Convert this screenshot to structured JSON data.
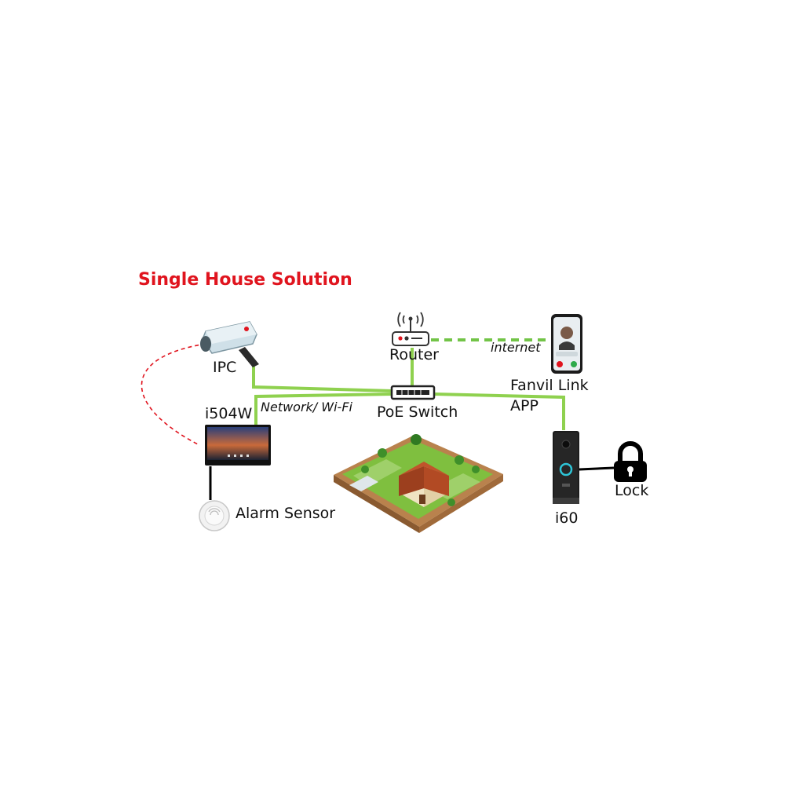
{
  "title": "Single House Solution",
  "labels": {
    "ipc": "IPC",
    "router": "Router",
    "internet": "internet",
    "fanvil_link": "Fanvil Link",
    "app": "APP",
    "i504w": "i504W",
    "network": "Network/ Wi-Fi",
    "poe_switch": "PoE Switch",
    "i60": "i60",
    "lock": "Lock",
    "alarm_sensor": "Alarm Sensor"
  },
  "colors": {
    "title": "#e0141e",
    "network_line": "#8fd14f",
    "internet_line": "#72c447",
    "wireless_line": "#e0141e",
    "wired_line": "#000000"
  },
  "icons": [
    "camera-icon",
    "router-icon",
    "smartphone-icon",
    "poe-switch-icon",
    "monitor-icon",
    "doorbell-icon",
    "lock-icon",
    "alarm-sensor-icon",
    "house-illustration"
  ]
}
